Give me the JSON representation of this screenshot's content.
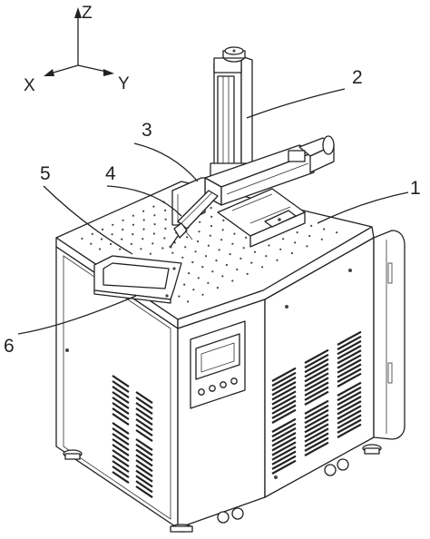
{
  "axes": {
    "z": "Z",
    "x": "X",
    "y": "Y"
  },
  "callouts": [
    {
      "id": "1",
      "label": "1"
    },
    {
      "id": "2",
      "label": "2"
    },
    {
      "id": "3",
      "label": "3"
    },
    {
      "id": "4",
      "label": "4"
    },
    {
      "id": "5",
      "label": "5"
    },
    {
      "id": "6",
      "label": "6"
    }
  ]
}
